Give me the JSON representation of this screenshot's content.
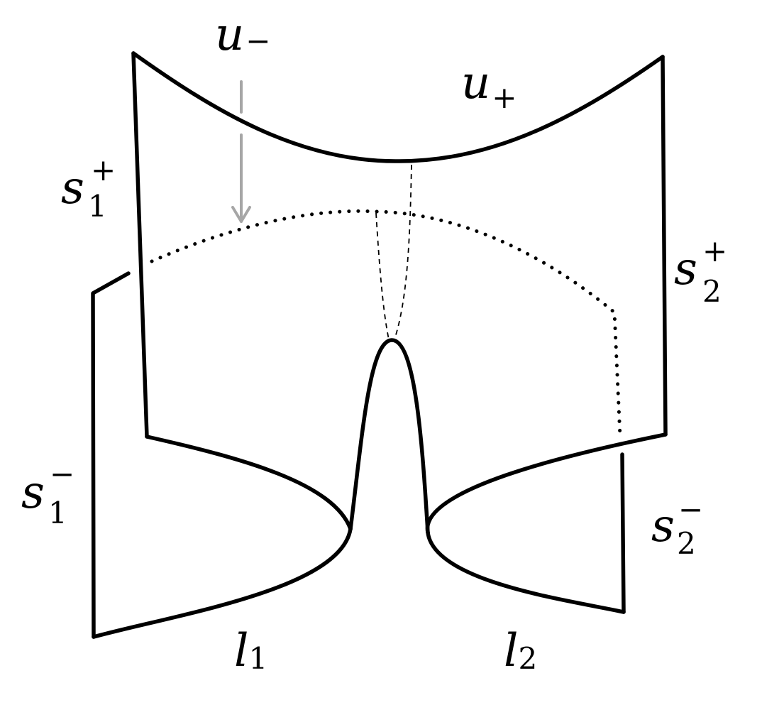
{
  "diagram": {
    "labels": {
      "u_minus": {
        "base": "u",
        "sub": "−"
      },
      "u_plus": {
        "base": "u",
        "sub": "+"
      },
      "s1_plus": {
        "base": "s",
        "sup": "+",
        "sub": "1"
      },
      "s2_plus": {
        "base": "s",
        "sup": "+",
        "sub": "2"
      },
      "s1_minus": {
        "base": "s",
        "sup": "−",
        "sub": "1"
      },
      "s2_minus": {
        "base": "s",
        "sup": "−",
        "sub": "2"
      },
      "l1": {
        "base": "l",
        "sub": "1"
      },
      "l2": {
        "base": "l",
        "sub": "2"
      }
    },
    "colors": {
      "stroke": "#000000",
      "arrow": "#a6a6a6",
      "background": "#ffffff"
    }
  }
}
